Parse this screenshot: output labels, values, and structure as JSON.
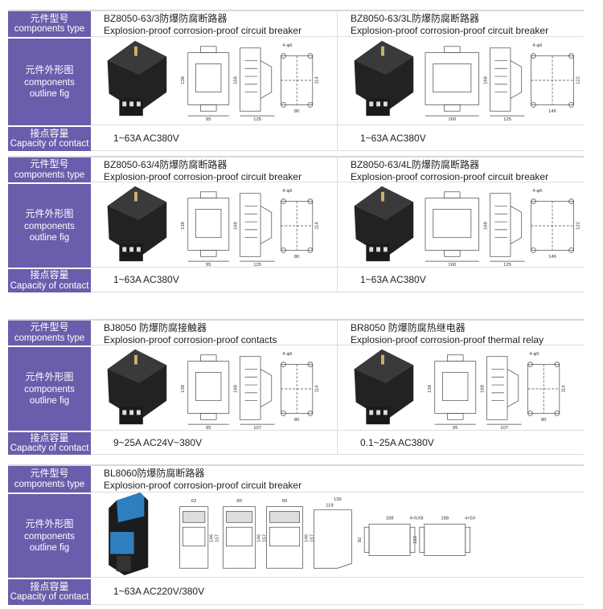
{
  "labels": {
    "type_cn": "元件型号",
    "type_en": "components type",
    "fig_cn": "元件外形图",
    "fig_en1": "components",
    "fig_en2": "outline fig",
    "cap_cn": "接点容量",
    "cap_en": "Capacity of contact"
  },
  "sections": [
    {
      "products": [
        {
          "model": "BZ8050-63/3防爆防腐断路器",
          "desc": "Explosion-proof corrosion-proof circuit breaker",
          "capacity": "1~63A AC380V",
          "dims": {
            "front_h": "138",
            "front_w": "95",
            "side_h": "168",
            "side_w": "125",
            "holes": "4-φ6",
            "mount_h": "114",
            "mount_w": "80"
          }
        },
        {
          "model": "BZ8050-63/3L防爆防腐断路器",
          "desc": "Explosion-proof corrosion-proof circuit breaker",
          "capacity": "1~63A AC380V",
          "dims": {
            "front_h": "",
            "front_w": "160",
            "side_h": "168",
            "side_w": "125",
            "holes": "4-φ6",
            "mount_h": "122",
            "mount_w": "146"
          }
        }
      ]
    },
    {
      "products": [
        {
          "model": "BZ8050-63/4防爆防腐断路器",
          "desc": "Explosion-proof corrosion-proof circuit breaker",
          "capacity": "1~63A AC380V",
          "dims": {
            "front_h": "138",
            "front_w": "95",
            "side_h": "168",
            "side_w": "125",
            "holes": "4-φ6",
            "mount_h": "114",
            "mount_w": "80"
          }
        },
        {
          "model": "BZ8050-63/4L防爆防腐断路器",
          "desc": "Explosion-proof corrosion-proof circuit breaker",
          "capacity": "1~63A AC380V",
          "dims": {
            "front_h": "",
            "front_w": "160",
            "side_h": "168",
            "side_w": "125",
            "holes": "4-φ6",
            "mount_h": "122",
            "mount_w": "146"
          }
        }
      ]
    },
    {
      "products": [
        {
          "model": "BJ8050 防爆防腐接触器",
          "desc": "Explosion-proof corrosion-proof contacts",
          "capacity": "9~25A AC24V~380V",
          "dims": {
            "front_h": "138",
            "front_w": "95",
            "side_h": "168",
            "side_w": "107",
            "holes": "4-φ6",
            "mount_h": "114",
            "mount_w": "80"
          }
        },
        {
          "model": "BR8050 防爆防腐热继电器",
          "desc": "Explosion-proof corrosion-proof thermal relay",
          "capacity": "0.1~25A AC380V",
          "dims": {
            "front_h": "138",
            "front_w": "95",
            "side_h": "168",
            "side_w": "107",
            "holes": "4-φ6",
            "mount_h": "114",
            "mount_w": "80"
          }
        }
      ]
    },
    {
      "products": [
        {
          "model": "BL8060防爆防腐断路器",
          "desc": "Explosion-proof corrosion-proof circuit breaker",
          "capacity": "1~63A AC220V/380V",
          "dims": {
            "w1": "62",
            "w2": "80",
            "w3": "99",
            "h1": "146",
            "h2": "157",
            "depth": "139",
            "depth2": "119",
            "mount_w": "188",
            "holes": "4×5X8",
            "mount_h1": "92",
            "mount_h2": "122"
          }
        }
      ]
    }
  ],
  "colors": {
    "label_bg": "#6a5dab",
    "product_body": "#222222",
    "accent_blue": "#2f7fc0"
  }
}
